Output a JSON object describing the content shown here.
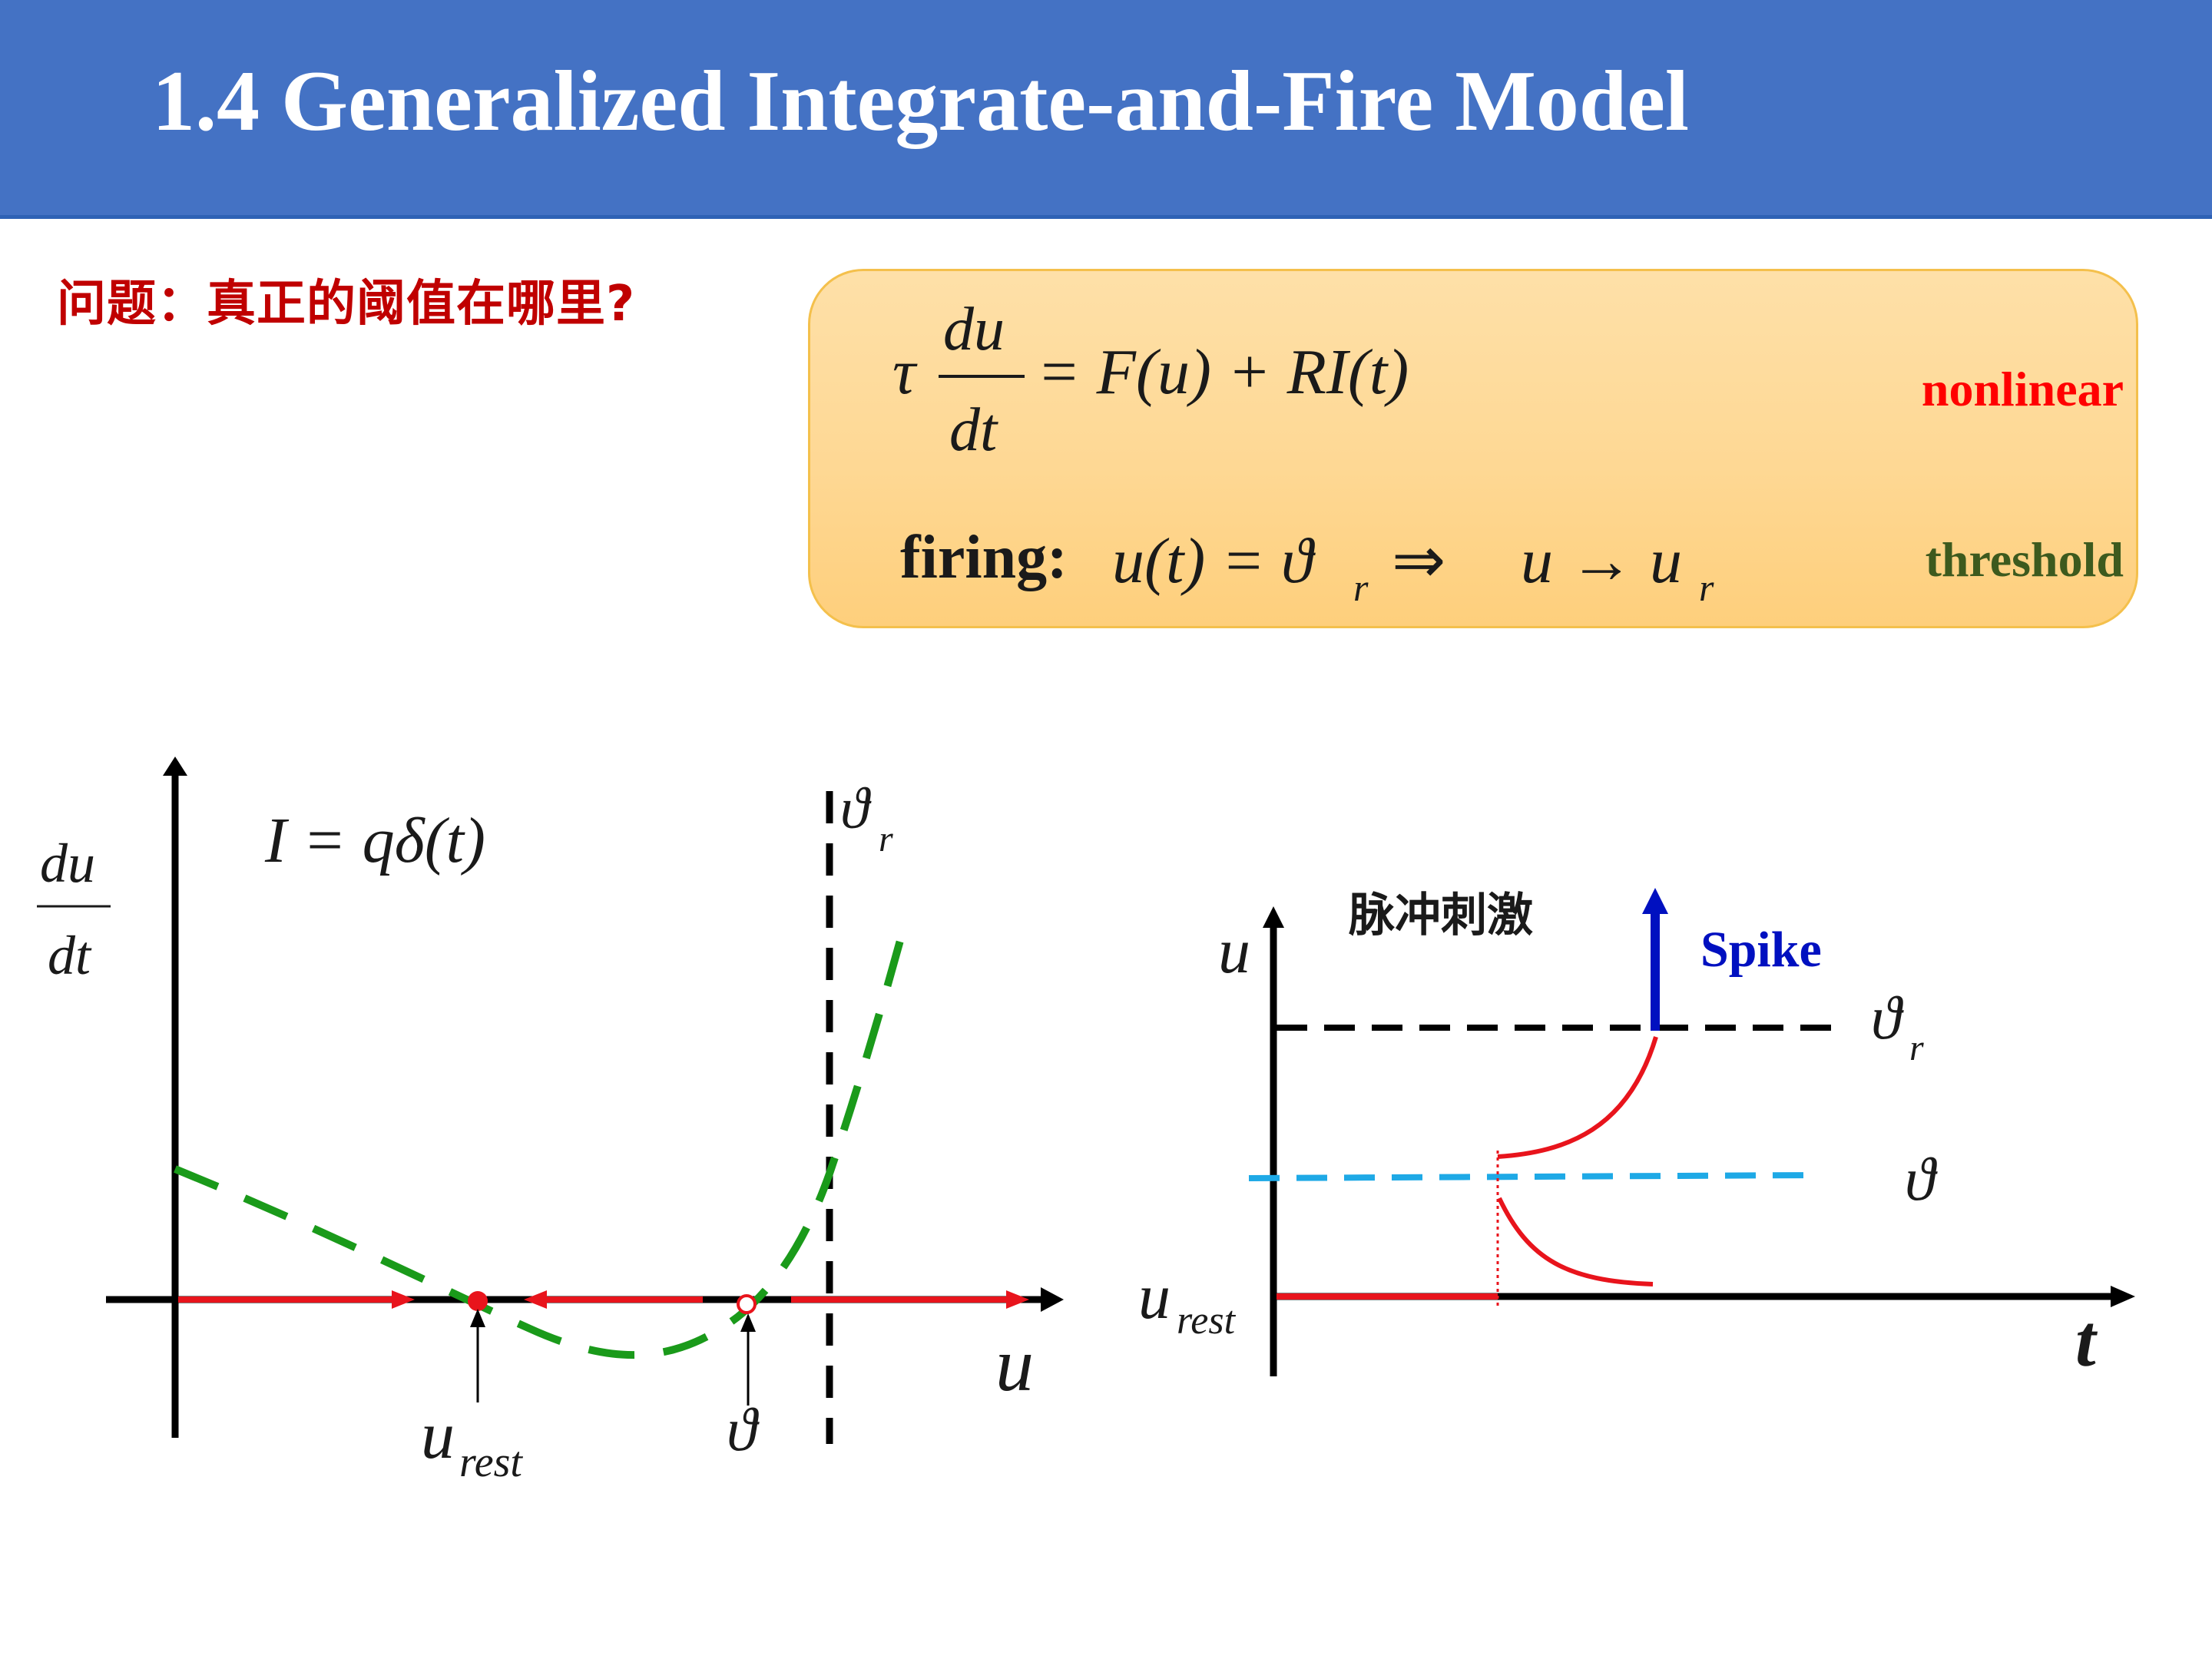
{
  "header": {
    "title": "1.4 Generalized Integrate-and-Fire Model"
  },
  "question": "问题：真正的阈值在哪里?",
  "equation_box": {
    "eq1": {
      "tau": "τ",
      "num": "du",
      "den": "dt",
      "rhs": "= F(u) + RI(t)"
    },
    "tag1": "nonlinear",
    "firing_label": "firing:",
    "eq2_lhs": "u(t) = ϑ",
    "eq2_sub": "r",
    "eq2_arrow": "⇒",
    "eq2_rhs": "u → u",
    "eq2_rhs_sub": "r",
    "tag2": "threshold"
  },
  "phase_plot": {
    "y_label_num": "du",
    "y_label_den": "dt",
    "input_eq": "I = qδ(t)",
    "theta_r": "ϑ",
    "theta_r_sub": "r",
    "x_label": "u",
    "u_rest": "u",
    "u_rest_sub": "rest",
    "theta": "ϑ"
  },
  "time_plot": {
    "y_label": "u",
    "stim_label": "脉冲刺激",
    "spike_label": "Spike",
    "theta_r": "ϑ",
    "theta_r_sub": "r",
    "theta": "ϑ",
    "u_rest": "u",
    "u_rest_sub": "rest",
    "x_label": "t"
  },
  "colors": {
    "header_bg": "#4472c4",
    "question": "#c00000",
    "nonlinear": "#ff0000",
    "threshold": "#3d5a1e",
    "curve_green": "#1a9a1a",
    "arrow_red": "#e8141c",
    "spike_blue": "#0010c0",
    "theta_cyan": "#1ea9e6"
  }
}
